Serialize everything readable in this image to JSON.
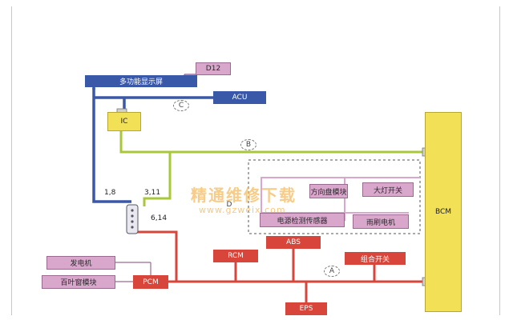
{
  "modules": {
    "d12": "D12",
    "display": "多功能显示屏",
    "acu": "ACU",
    "ic": "IC",
    "bcm": "BCM",
    "steering": "方向盘模块",
    "headlight_switch": "大灯开关",
    "power_sensor": "电源检测传感器",
    "wiper_motor": "雨刷电机",
    "generator": "发电机",
    "blind_module": "百叶窗模块",
    "pcm": "PCM",
    "rcm": "RCM",
    "abs": "ABS",
    "combo_switch": "组合开关",
    "eps": "EPS"
  },
  "bus_labels": {
    "a": "A",
    "b": "B",
    "c": "C",
    "d": "D"
  },
  "pins": {
    "blue_bus": "1,8",
    "green_bus": "3,11",
    "red_bus": "6,14"
  },
  "watermark": {
    "title": "精通维修下载",
    "url": "www.gzweix.com"
  },
  "colors": {
    "bus_a_red": "#d8453a",
    "bus_b_green": "#a8c83a",
    "bus_c_blue": "#3a58a8",
    "bus_d_pink": "#d9a6cc",
    "bcm_yellow": "#f2e056"
  }
}
